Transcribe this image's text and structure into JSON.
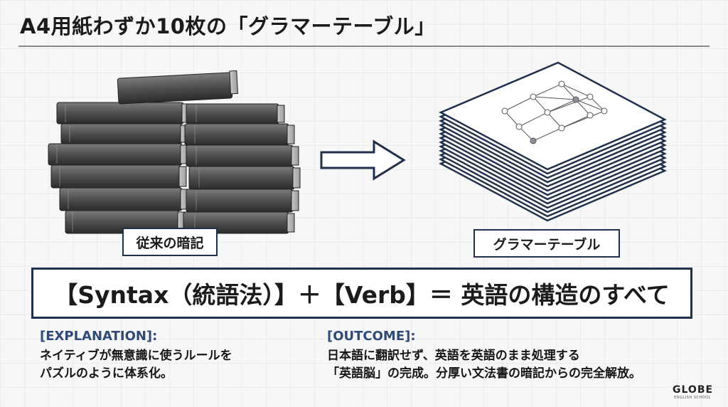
{
  "title": "A4用紙わずか10枚の「グラマーテーブル」",
  "left_label": "従来の暗記",
  "right_label": "グラマーテーブル",
  "formula": "【Syntax（統語法）】＋【Verb】＝ 英語の構造のすべて",
  "explanation": {
    "heading": "[EXPLANATION]:",
    "line1": "ネイティブが無意識に使うルールを",
    "line2": "パズルのように体系化。"
  },
  "outcome": {
    "heading": "[OUTCOME]:",
    "line1": "日本語に翻訳せず、英語を英語のまま処理する",
    "line2": "「英語脳」の完成。分厚い文法書の暗記からの完全解放。"
  },
  "logo": {
    "main": "GLOBE",
    "sub": "ENGLISH SCHOOL"
  },
  "colors": {
    "accent": "#2f4a78",
    "border": "#20304d",
    "background": "#f7f7f7"
  }
}
